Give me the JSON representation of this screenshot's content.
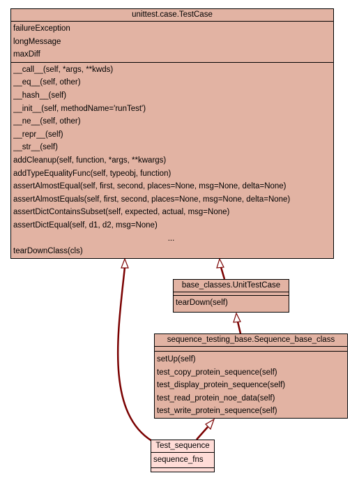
{
  "colors": {
    "class_fill": "#e2b3a3",
    "leaf_fill": "#ffdcd7",
    "edge": "#7a0000"
  },
  "testcase": {
    "title": "unittest.case.TestCase",
    "attributes": [
      "failureException",
      "longMessage",
      "maxDiff"
    ],
    "methods": [
      "__call__(self, *args, **kwds)",
      "__eq__(self, other)",
      "__hash__(self)",
      "__init__(self, methodName='runTest')",
      "__ne__(self, other)",
      "__repr__(self)",
      "__str__(self)",
      "addCleanup(self, function, *args, **kwargs)",
      "addTypeEqualityFunc(self, typeobj, function)",
      "assertAlmostEqual(self, first, second, places=None, msg=None, delta=None)",
      "assertAlmostEquals(self, first, second, places=None, msg=None, delta=None)",
      "assertDictContainsSubset(self, expected, actual, msg=None)",
      "assertDictEqual(self, d1, d2, msg=None)",
      "...",
      "tearDownClass(cls)"
    ]
  },
  "unittestcase": {
    "title": "base_classes.UnitTestCase",
    "methods": [
      "tearDown(self)"
    ]
  },
  "sequence_base": {
    "title": "sequence_testing_base.Sequence_base_class",
    "methods": [
      "setUp(self)",
      "test_copy_protein_sequence(self)",
      "test_display_protein_sequence(self)",
      "test_read_protein_noe_data(self)",
      "test_write_protein_sequence(self)"
    ]
  },
  "test_sequence": {
    "title": "Test_sequence",
    "attributes": [
      "sequence_fns"
    ]
  }
}
